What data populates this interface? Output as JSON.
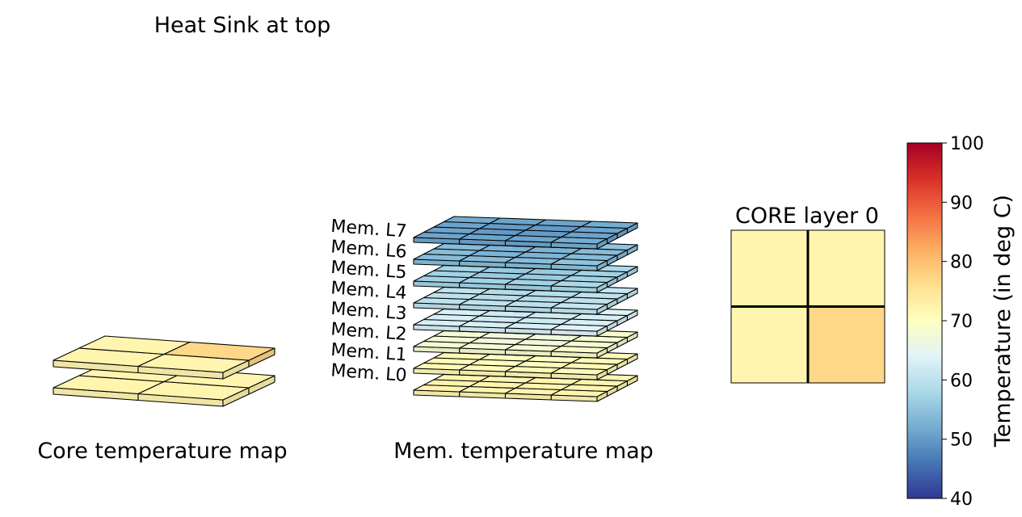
{
  "figure": {
    "title": "Heat Sink at top"
  },
  "chart_data": [
    {
      "type": "heatmap",
      "name": "core-3d",
      "caption": "Core temperature map",
      "layers": [
        {
          "cells": [
            [
              72,
              72
            ],
            [
              72,
              72
            ]
          ]
        },
        {
          "cells": [
            [
              72,
              72
            ],
            [
              72,
              77
            ]
          ]
        }
      ]
    },
    {
      "type": "heatmap",
      "name": "mem-3d",
      "caption": "Mem. temperature map",
      "layers": [
        {
          "label": "Mem. L0",
          "cells": [
            [
              72,
              72,
              72,
              72
            ],
            [
              72,
              72,
              72,
              72
            ],
            [
              72,
              72,
              72,
              72
            ],
            [
              72,
              72,
              72,
              72
            ]
          ]
        },
        {
          "label": "Mem. L1",
          "cells": [
            [
              71,
              71,
              71,
              71
            ],
            [
              71,
              70,
              70,
              71
            ],
            [
              71,
              70,
              70,
              71
            ],
            [
              71,
              71,
              71,
              71
            ]
          ]
        },
        {
          "label": "Mem. L2",
          "cells": [
            [
              68,
              68,
              68,
              69
            ],
            [
              68,
              67,
              67,
              68
            ],
            [
              68,
              67,
              67,
              68
            ],
            [
              69,
              68,
              68,
              69
            ]
          ]
        },
        {
          "label": "Mem. L3",
          "cells": [
            [
              63,
              63,
              63,
              64
            ],
            [
              63,
              62,
              62,
              63
            ],
            [
              63,
              62,
              62,
              63
            ],
            [
              64,
              63,
              63,
              64
            ]
          ]
        },
        {
          "label": "Mem. L4",
          "cells": [
            [
              60,
              60,
              60,
              61
            ],
            [
              60,
              59,
              59,
              60
            ],
            [
              60,
              59,
              59,
              60
            ],
            [
              61,
              60,
              60,
              61
            ]
          ]
        },
        {
          "label": "Mem. L5",
          "cells": [
            [
              57,
              57,
              57,
              58
            ],
            [
              57,
              56,
              56,
              57
            ],
            [
              57,
              56,
              56,
              57
            ],
            [
              58,
              57,
              57,
              58
            ]
          ]
        },
        {
          "label": "Mem. L6",
          "cells": [
            [
              54,
              54,
              54,
              55
            ],
            [
              54,
              53,
              53,
              54
            ],
            [
              54,
              53,
              53,
              54
            ],
            [
              55,
              54,
              54,
              55
            ]
          ]
        },
        {
          "label": "Mem. L7",
          "cells": [
            [
              51,
              51,
              51,
              52
            ],
            [
              51,
              50,
              50,
              51
            ],
            [
              51,
              50,
              50,
              51
            ],
            [
              52,
              51,
              51,
              52
            ]
          ]
        }
      ]
    },
    {
      "type": "heatmap",
      "name": "core-layer-0",
      "title": "CORE layer 0",
      "cells": [
        [
          72,
          72
        ],
        [
          72,
          77
        ]
      ]
    }
  ],
  "colorbar": {
    "label": "Temperature (in deg C)",
    "min": 40,
    "max": 100,
    "ticks": [
      40,
      50,
      60,
      70,
      80,
      90,
      100
    ],
    "colormap": "RdYlBu_r",
    "stops": [
      "#313695",
      "#4575b4",
      "#74add1",
      "#abd9e9",
      "#e0f3f8",
      "#ffffbf",
      "#fee090",
      "#fdae61",
      "#f46d43",
      "#d73027",
      "#a50026"
    ]
  }
}
